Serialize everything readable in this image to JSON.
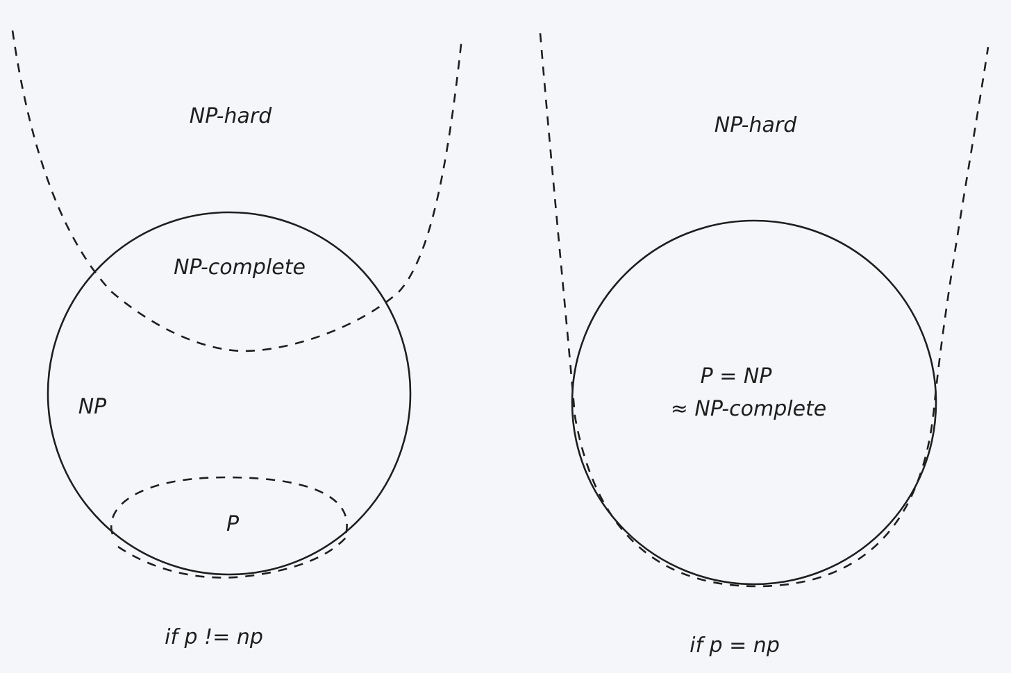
{
  "left": {
    "np_hard": "NP-hard",
    "np_complete": "NP-complete",
    "np": "NP",
    "p": "P",
    "caption": "if p != np"
  },
  "right": {
    "np_hard": "NP-hard",
    "p_eq_np": "P = NP",
    "approx_np_complete": "≈ NP-complete",
    "caption": "if p = np"
  },
  "colors": {
    "background": "#f5f6fa",
    "stroke": "#1e1e1e"
  }
}
